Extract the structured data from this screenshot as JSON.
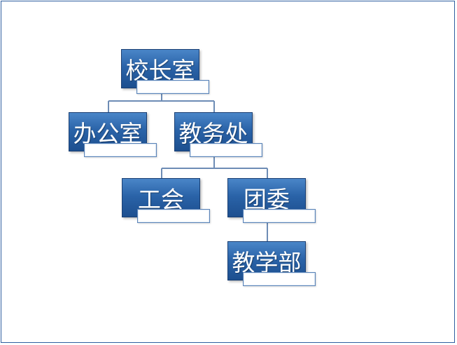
{
  "nodes": {
    "principal": "校长室",
    "office": "办公室",
    "academic": "教务处",
    "union": "工会",
    "league": "团委",
    "teaching": "教学部"
  },
  "colors": {
    "box_top": "#4a86c8",
    "box_bottom": "#1d4f8f",
    "connector": "#6d8cb5",
    "frame": "#2f5fa0"
  }
}
